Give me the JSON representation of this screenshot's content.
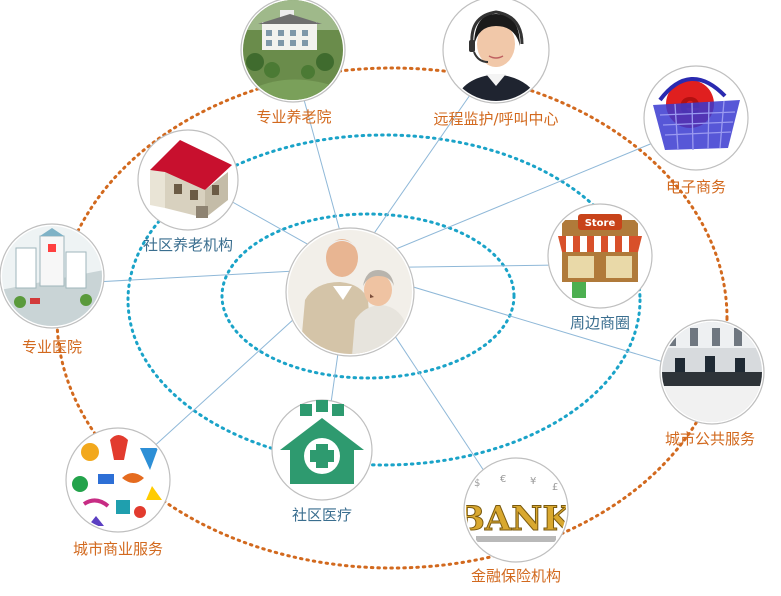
{
  "colors": {
    "outer_ring": "#d2691e",
    "middle_ring": "#1aa3c8",
    "inner_ring": "#1aa3c8",
    "spoke": "#8fb8d8",
    "outer_label": "#d2691e",
    "inner_label": "#3a6e8f",
    "medical_green": "#2e9a6f"
  },
  "nodes": {
    "center": {
      "icon": "elderly-couple-photo"
    },
    "professional_nursing_home": {
      "label": "专业养老院",
      "icon": "nursing-home-building-photo"
    },
    "remote_call_center": {
      "label": "远程监护/呼叫中心",
      "icon": "call-center-operator-photo"
    },
    "ecommerce": {
      "label": "电子商务",
      "icon": "shopping-basket-icon"
    },
    "community_elderly_institution": {
      "label": "社区养老机构",
      "icon": "house-icon"
    },
    "surrounding_business": {
      "label": "周边商圈",
      "icon": "store-icon"
    },
    "professional_hospital": {
      "label": "专业医院",
      "icon": "hospital-complex-icon"
    },
    "city_public_service": {
      "label": "城市公共服务",
      "icon": "service-hall-photo"
    },
    "community_medical": {
      "label": "社区医疗",
      "icon": "medical-cross-house-icon"
    },
    "city_commercial_service": {
      "label": "城市商业服务",
      "icon": "tourism-collage-icon"
    },
    "finance_insurance": {
      "label": "金融保险机构",
      "icon": "bank-sign-icon"
    }
  }
}
